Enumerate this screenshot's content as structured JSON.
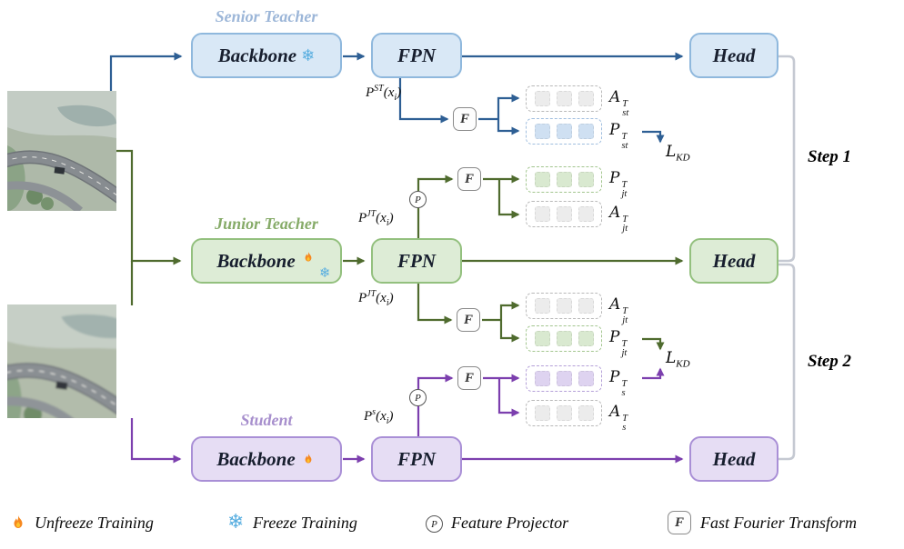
{
  "branches": {
    "senior": {
      "title": "Senior Teacher",
      "backbone": "Backbone",
      "fpn": "FPN",
      "head": "Head"
    },
    "junior": {
      "title": "Junior Teacher",
      "backbone": "Backbone",
      "fpn": "FPN",
      "head": "Head"
    },
    "student": {
      "title": "Student",
      "backbone": "Backbone",
      "fpn": "FPN",
      "head": "Head"
    }
  },
  "math": {
    "p_st": {
      "base": "P",
      "sup": "ST",
      "arg": "(x",
      "sub": "i",
      "close": ")"
    },
    "p_jt": {
      "base": "P",
      "sup": "JT",
      "arg": "(x",
      "sub": "i",
      "close": ")"
    },
    "p_s": {
      "base": "P",
      "sup": "s",
      "arg": "(x",
      "sub": "i",
      "close": ")"
    }
  },
  "features": {
    "a_st": {
      "letter": "A",
      "sup": "T",
      "sub": "st"
    },
    "p_st": {
      "letter": "P",
      "sup": "T",
      "sub": "st"
    },
    "p_jt": {
      "letter": "P",
      "sup": "T",
      "sub": "jt"
    },
    "a_jt": {
      "letter": "A",
      "sup": "T",
      "sub": "jt"
    },
    "p_s": {
      "letter": "P",
      "sup": "T",
      "sub": "s"
    },
    "a_s": {
      "letter": "A",
      "sup": "T",
      "sub": "s"
    }
  },
  "loss": {
    "letter": "L",
    "sub": "KD"
  },
  "operators": {
    "fourier": "F",
    "projector": "P"
  },
  "icons": {
    "snowflake": "❄"
  },
  "steps": {
    "step1": "Step 1",
    "step2": "Step 2"
  },
  "legend": {
    "unfreeze": "Unfreeze Training",
    "freeze": "Freeze Training",
    "projector": "Feature Projector",
    "fourier": "Fast Fourier Transform"
  },
  "colors": {
    "senior_line": "#2e5f94",
    "junior_line": "#4f6b2e",
    "student_line": "#7c3fae",
    "bracket": "#c5c9d2"
  }
}
